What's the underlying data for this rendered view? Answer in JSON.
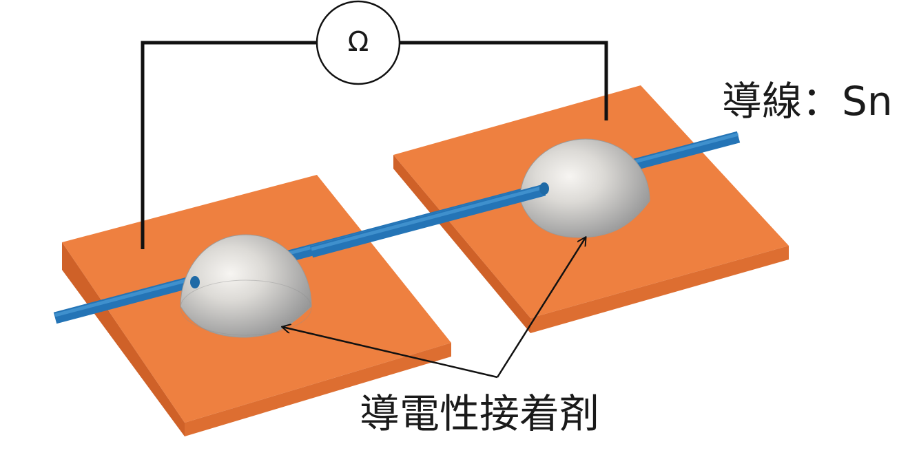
{
  "diagram": {
    "meter_symbol": "Ω",
    "wire_label": "導線：Sn",
    "adhesive_label": "導電性接着剤"
  },
  "colors": {
    "pad": "#ee8040",
    "pad_edge": "#d4652a",
    "wire": "#2a83c6",
    "wire_highlight": "#56a8e0",
    "adhesive": "#b9b9b9",
    "circuit": "#111111",
    "arrow": "#111111"
  },
  "icons": {
    "meter": "ohmmeter-circle-icon",
    "pointer": "arrow-icon"
  }
}
